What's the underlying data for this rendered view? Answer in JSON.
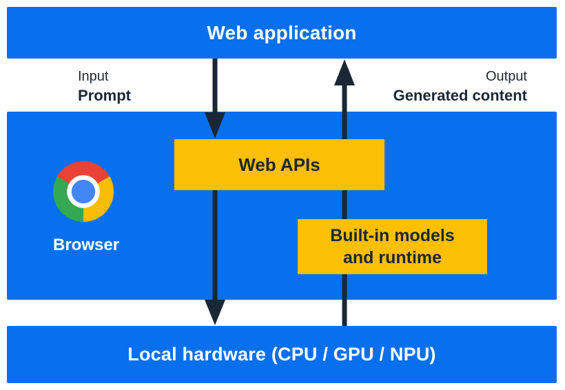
{
  "top_bar": {
    "label": "Web application"
  },
  "flow": {
    "input": {
      "kind": "Input",
      "value": "Prompt"
    },
    "output": {
      "kind": "Output",
      "value": "Generated content"
    }
  },
  "browser": {
    "label": "Browser",
    "web_apis_label": "Web APIs",
    "builtin_line1": "Built-in models",
    "builtin_line2": "and runtime"
  },
  "hardware": {
    "label": "Local hardware (CPU / GPU / NPU)"
  },
  "icons": {
    "chrome_logo": "chrome-browser-logo"
  },
  "colors": {
    "blue": "#0870EE",
    "box_yellow": "#FCBF05",
    "navy": "#1B2735",
    "white": "#FFFFFF",
    "chrome_red": "#EA4335",
    "chrome_yellow": "#FBBC04",
    "chrome_green": "#34A853",
    "chrome_blue": "#4285F4"
  }
}
